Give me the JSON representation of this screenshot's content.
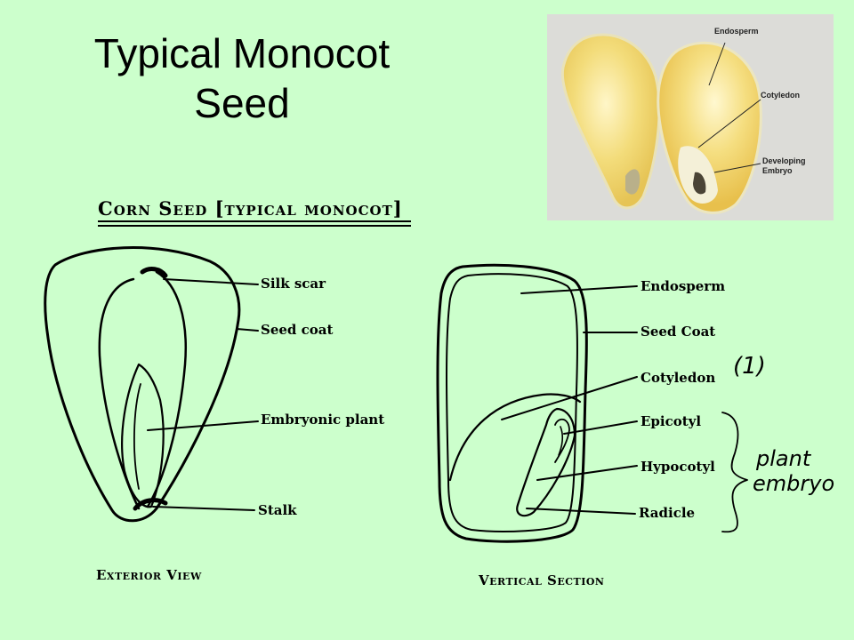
{
  "slide": {
    "title_line1": "Typical Monocot",
    "title_line2": "Seed"
  },
  "photo": {
    "labels": {
      "endosperm": "Endosperm",
      "cotyledon": "Cotyledon",
      "developing": "Developing",
      "embryo": "Embryo"
    }
  },
  "diagram": {
    "heading": "Corn Seed [typical monocot]",
    "exterior": {
      "caption": "Exterior View",
      "labels": {
        "silk_scar": "Silk scar",
        "seed_coat": "Seed coat",
        "embryonic_plant": "Embryonic plant",
        "stalk": "Stalk"
      }
    },
    "vertical": {
      "caption": "Vertical Section",
      "labels": {
        "endosperm": "Endosperm",
        "seed_coat": "Seed Coat",
        "cotyledon": "Cotyledon",
        "epicotyl": "Epicotyl",
        "hypocotyl": "Hypocotyl",
        "radicle": "Radicle"
      }
    },
    "handwritten": {
      "count": "(1)",
      "plant": "plant",
      "embryo": "embryo"
    }
  }
}
